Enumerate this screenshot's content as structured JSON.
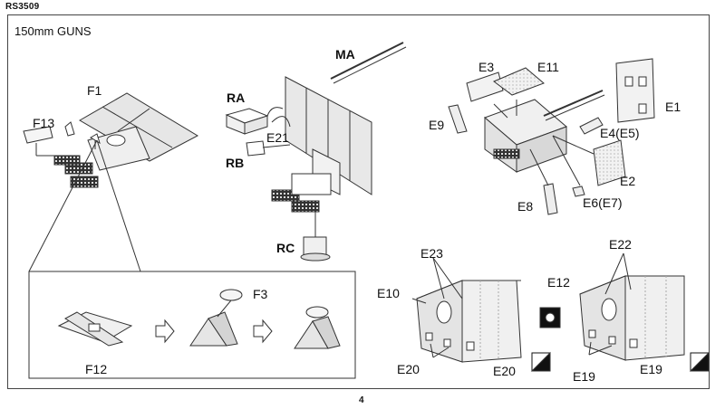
{
  "doc_code": "RS3509",
  "section_title": "150mm GUNS",
  "page_number": "4",
  "labels": {
    "F1": "F1",
    "F13": "F13",
    "MA": "MA",
    "RA": "RA",
    "E21": "E21",
    "RB": "RB",
    "RC": "RC",
    "E3": "E3",
    "E11": "E11",
    "E1": "E1",
    "E9": "E9",
    "E4": "E4(E5)",
    "E2": "E2",
    "E6": "E6(E7)",
    "E8": "E8",
    "F3": "F3",
    "F12": "F12",
    "E23": "E23",
    "E10": "E10",
    "E20a": "E20",
    "E20b": "E20",
    "E22": "E22",
    "E12": "E12",
    "E19a": "E19",
    "E19b": "E19"
  },
  "icons": [
    "step-arrow-icon",
    "step-arrow-icon",
    "front-view-icon",
    "etched-part-icon",
    "etched-part-icon"
  ]
}
